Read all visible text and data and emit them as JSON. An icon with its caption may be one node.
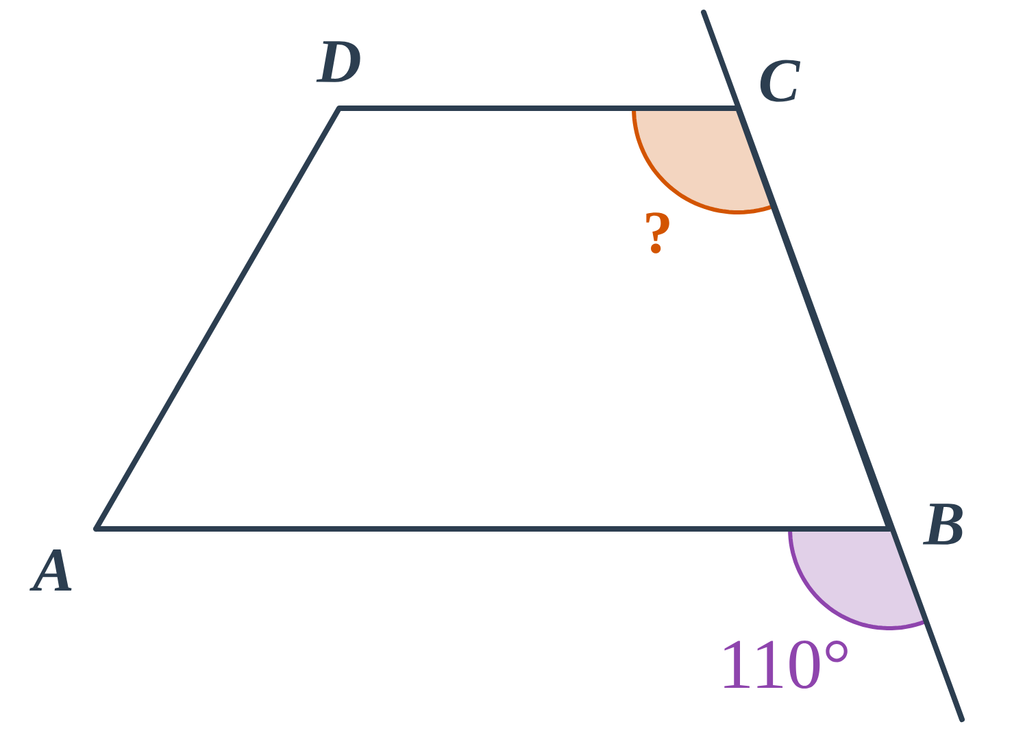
{
  "diagram": {
    "labels": [
      "D",
      "C",
      "?",
      "A",
      "B",
      "110°"
    ]
  }
}
